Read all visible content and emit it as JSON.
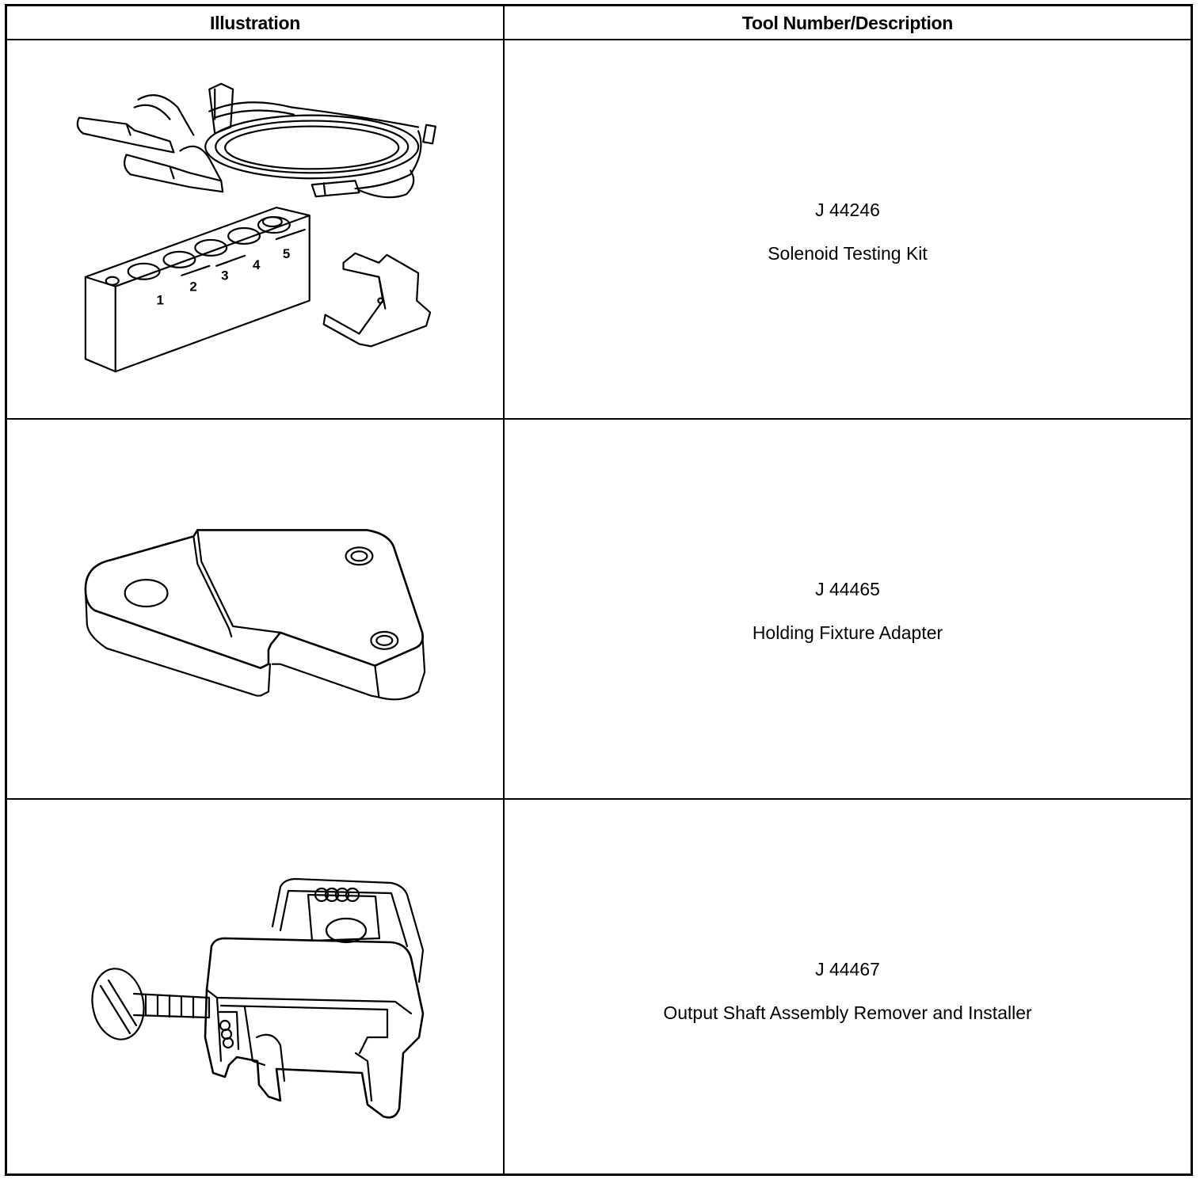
{
  "table": {
    "headers": {
      "illustration": "Illustration",
      "tool": "Tool Number/Description"
    },
    "rows": [
      {
        "tool_number": "J 44246",
        "description": "Solenoid Testing Kit",
        "illustration_icon": "solenoid-testing-kit-icon",
        "block_labels": [
          "1",
          "2",
          "3",
          "4",
          "5"
        ]
      },
      {
        "tool_number": "J 44465",
        "description": "Holding Fixture Adapter",
        "illustration_icon": "holding-fixture-adapter-icon"
      },
      {
        "tool_number": "J 44467",
        "description": "Output Shaft Assembly Remover and Installer",
        "illustration_icon": "output-shaft-remover-installer-icon"
      }
    ]
  },
  "colors": {
    "line": "#000000",
    "background": "#ffffff"
  }
}
